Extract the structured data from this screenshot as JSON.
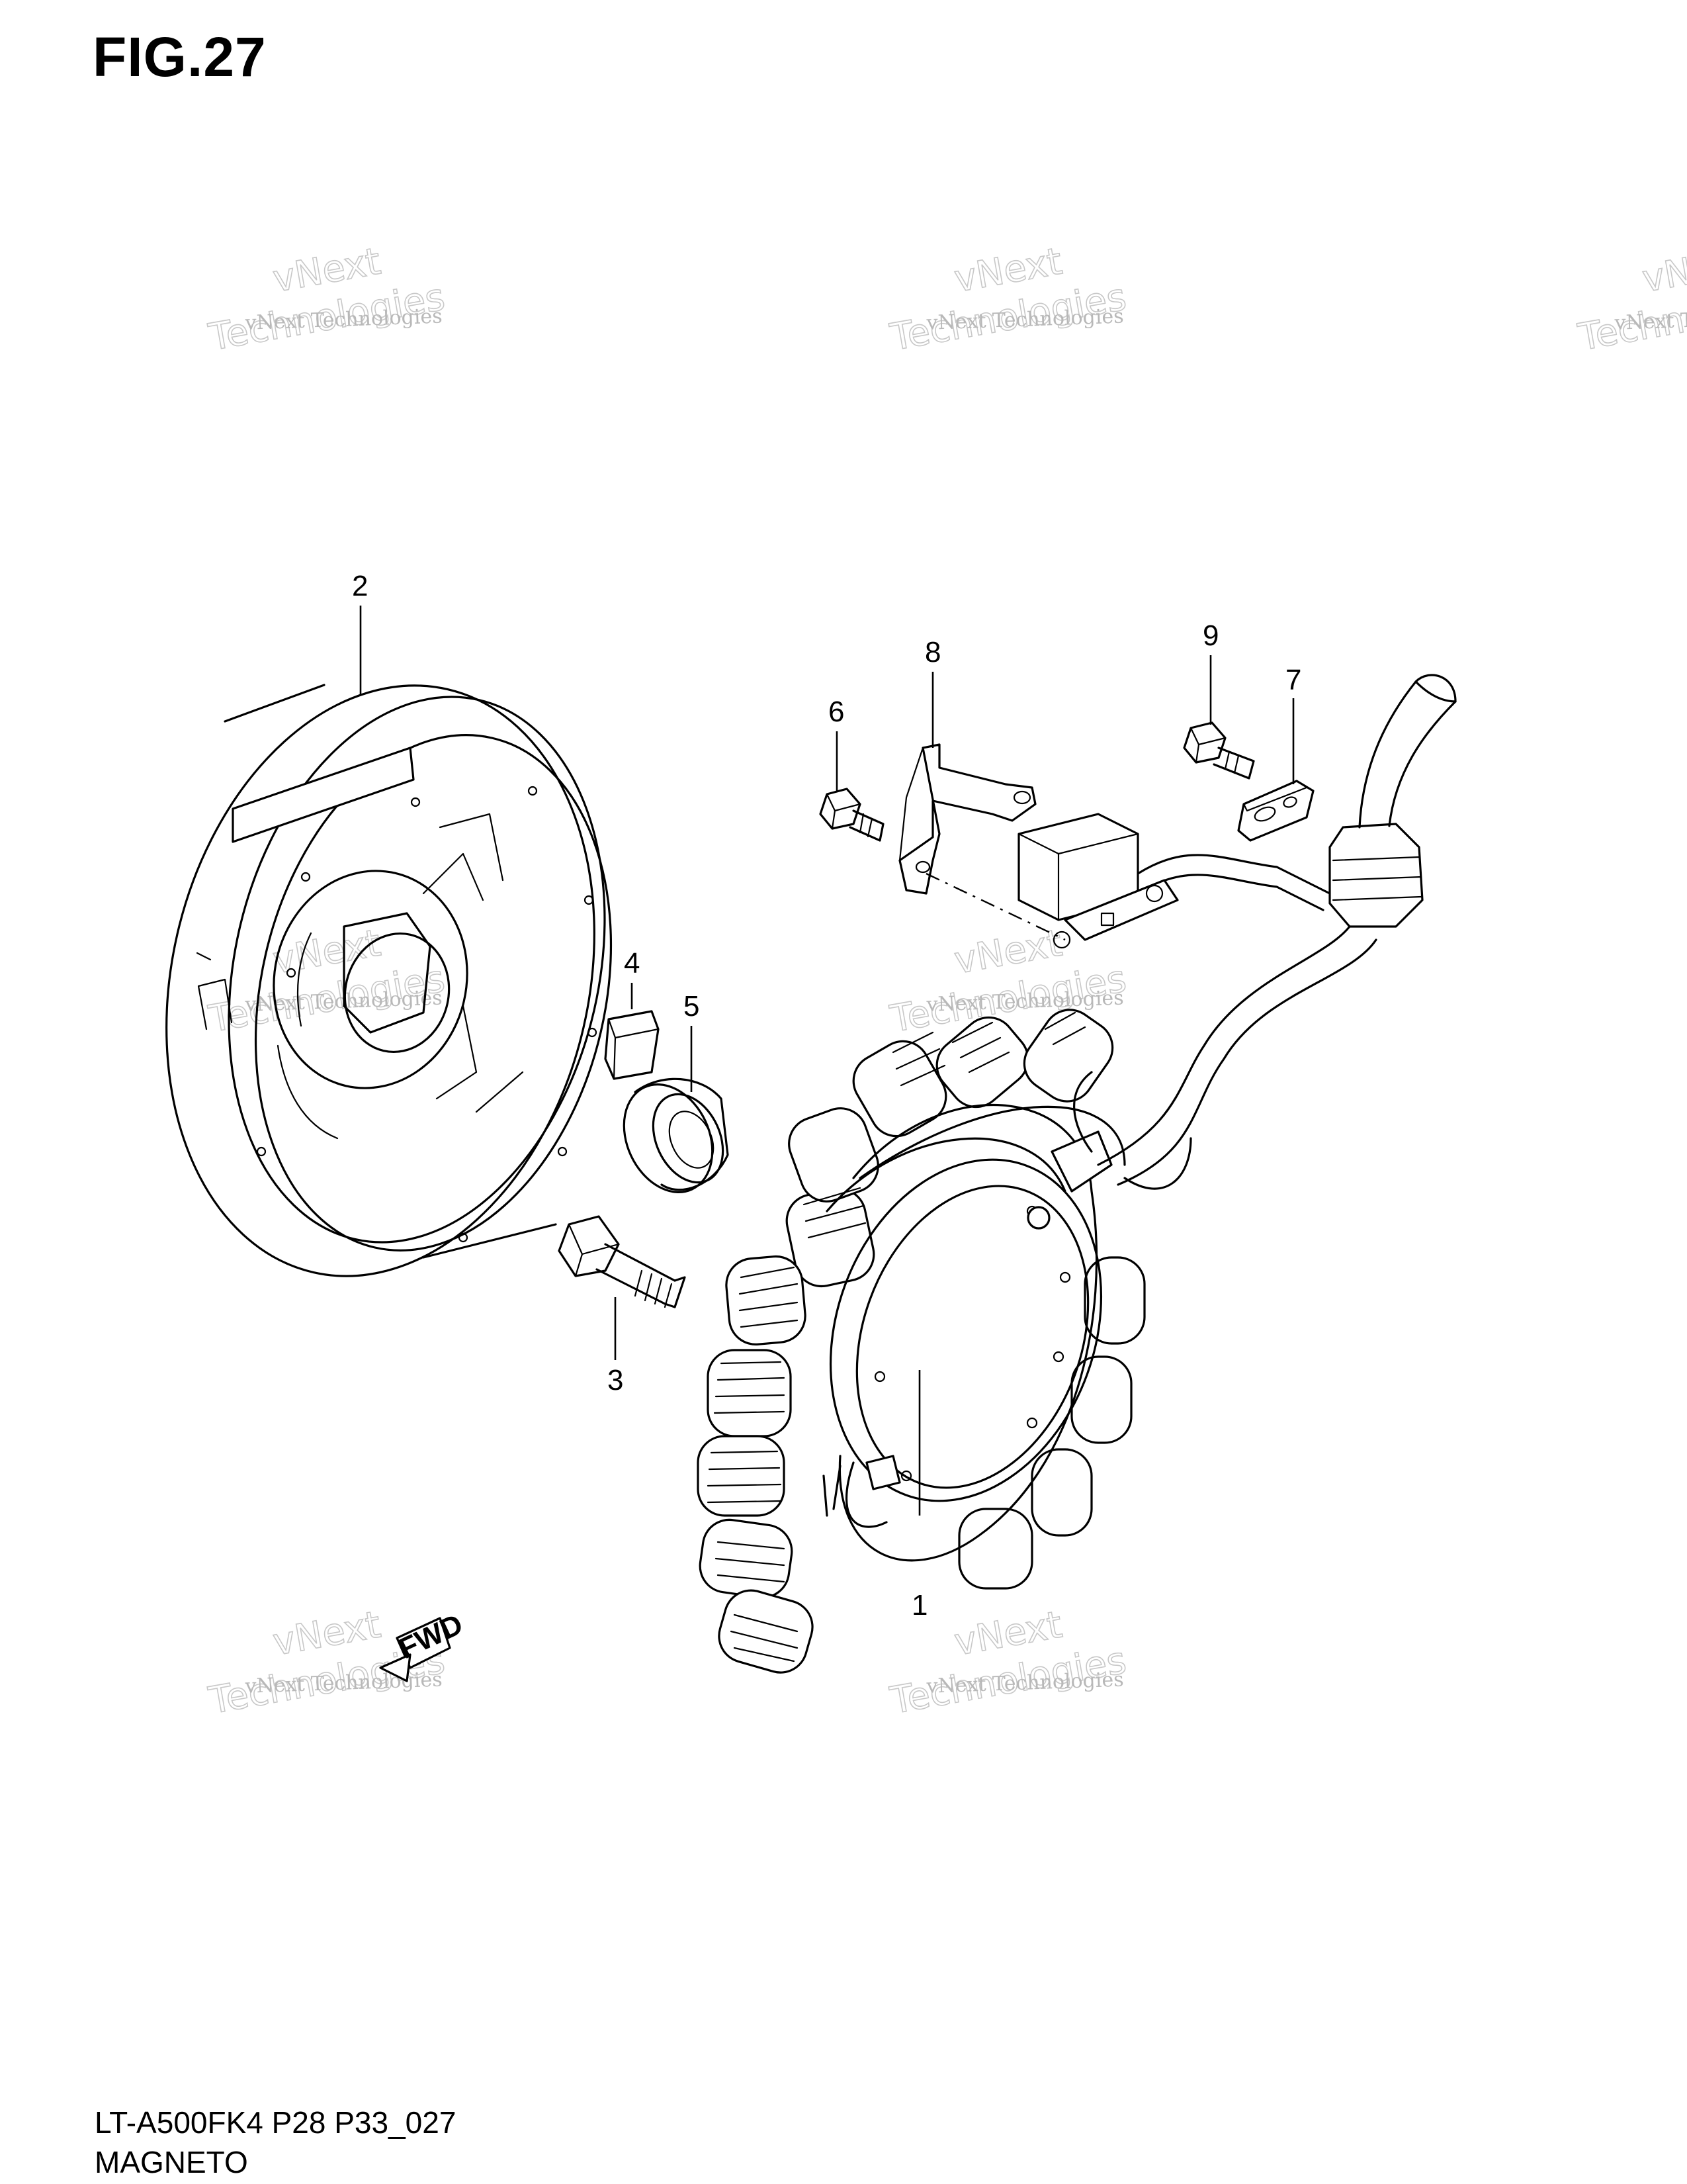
{
  "figure": {
    "title": "FIG.27",
    "footer_code": "LT-A500FK4 P28 P33_027",
    "footer_name": "MAGNETO"
  },
  "watermark": {
    "line_small": "vNext Technologies",
    "line_large_top": "vNext",
    "line_large_bottom": "Technologies"
  },
  "fwd_badge": {
    "label": "FWD"
  },
  "callouts": [
    {
      "id": "1",
      "label": "1",
      "part": "stator"
    },
    {
      "id": "2",
      "label": "2",
      "part": "rotor"
    },
    {
      "id": "3",
      "label": "3",
      "part": "bolt"
    },
    {
      "id": "4",
      "label": "4",
      "part": "key"
    },
    {
      "id": "5",
      "label": "5",
      "part": "bushing"
    },
    {
      "id": "6",
      "label": "6",
      "part": "screw"
    },
    {
      "id": "7",
      "label": "7",
      "part": "clamp"
    },
    {
      "id": "8",
      "label": "8",
      "part": "bracket"
    },
    {
      "id": "9",
      "label": "9",
      "part": "screw"
    }
  ],
  "colors": {
    "line": "#000000",
    "watermark": "#bdbdbd",
    "background": "#ffffff"
  }
}
